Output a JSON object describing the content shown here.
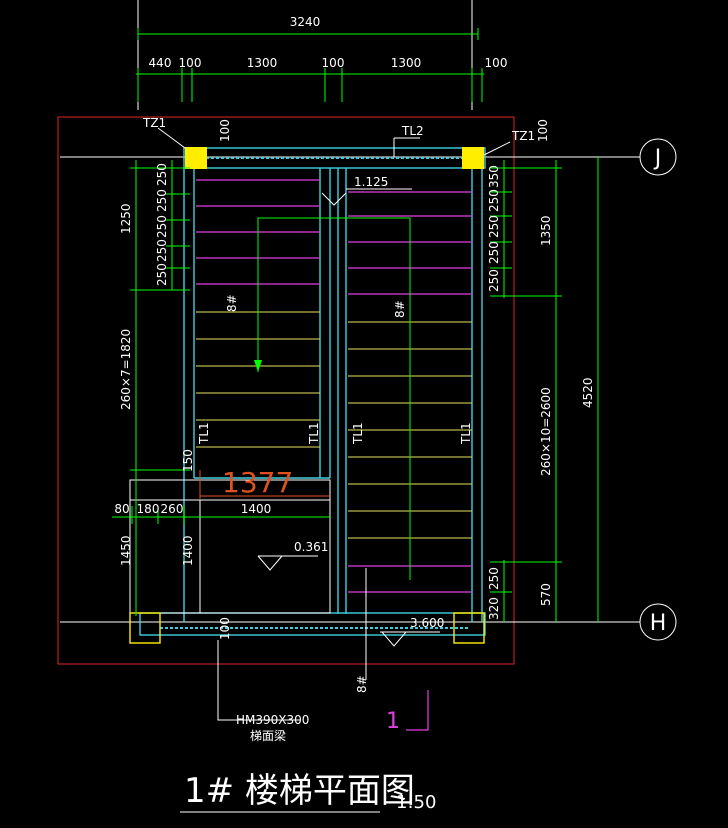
{
  "drawing": {
    "title": "1# 楼梯平面图",
    "scale": "1:50",
    "overall_dim": "3240",
    "top_dims": [
      "440",
      "100",
      "1300",
      "100",
      "1300",
      "100"
    ],
    "left_dims": {
      "d1250": "1250",
      "steps250": "250",
      "d260x7": "260×7=1820",
      "d150": "150",
      "d1450": "1450",
      "d1400v": "1400"
    },
    "mid_dims": [
      "80",
      "180",
      "260",
      "1400"
    ],
    "right_dims": {
      "d350": "350",
      "steps250": "250",
      "d1350": "1350",
      "d260x10": "260×10=2600",
      "d570": "570",
      "d4520": "4520",
      "d320": "320",
      "d250b": "250",
      "d100tr": "100"
    },
    "labels": {
      "tz1_left": "TZ1",
      "tz1_right": "TZ1",
      "tl2": "TL2",
      "tl1_a": "TL1",
      "tl1_b": "TL1",
      "tl1_c": "TL1",
      "tl1_d": "TL1",
      "d100_top": "100",
      "d100_bottom": "100",
      "elev_1125": "1.125",
      "elev_0361": "0.361",
      "elev_3600": "3.600",
      "rebar_8a": "8#",
      "rebar_8b": "8#",
      "rebar_8c": "8#",
      "measure_1377": "1377",
      "beam_spec": "HM390X300",
      "beam_note": "梯面梁",
      "magenta_mark": "1"
    },
    "axes": [
      {
        "id": "J",
        "label": "J"
      },
      {
        "id": "H",
        "label": "H"
      }
    ],
    "colors": {
      "background": "#000000",
      "dimension": "#00ff00",
      "outline": "#e0262a",
      "structure": "#3fd0e0",
      "treads": "#e8e060",
      "rebar": "#e040e0",
      "column": "#ffee00",
      "measure": "#e05020"
    }
  }
}
